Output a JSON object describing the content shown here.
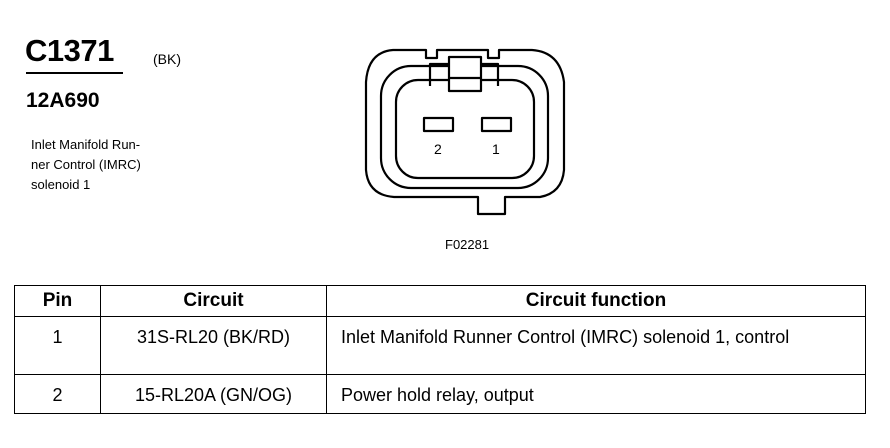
{
  "connector": {
    "id": "C1371",
    "color_code": "(BK)",
    "part_number": "12A690",
    "description_lines": [
      "Inlet Manifold Run-",
      "ner Control (IMRC)",
      "solenoid 1"
    ]
  },
  "diagram": {
    "pin_labels": [
      "2",
      "1"
    ],
    "figure_code": "F02281"
  },
  "table": {
    "headers": [
      "Pin",
      "Circuit",
      "Circuit function"
    ],
    "rows": [
      {
        "pin": "1",
        "circuit": "31S-RL20 (BK/RD)",
        "function": "Inlet Manifold Runner Control (IMRC) solenoid 1, control"
      },
      {
        "pin": "2",
        "circuit": "15-RL20A (GN/OG)",
        "function": "Power hold relay, output"
      }
    ]
  }
}
